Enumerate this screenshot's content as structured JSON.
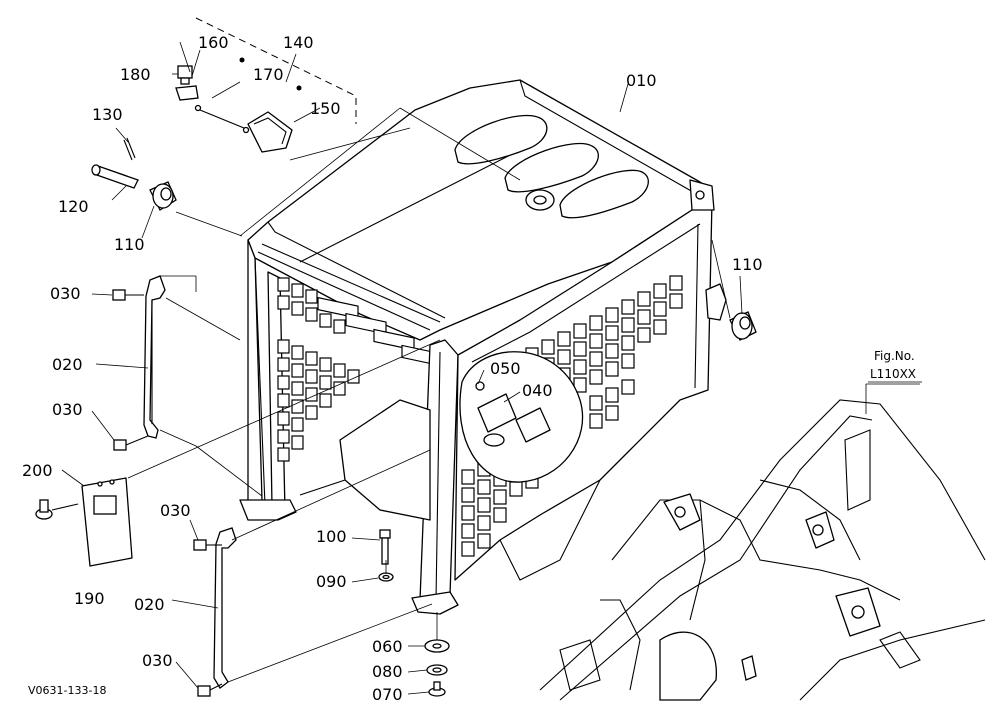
{
  "diagram": {
    "callouts": {
      "c010": "010",
      "c020a": "020",
      "c020b": "020",
      "c030a": "030",
      "c030b": "030",
      "c030c": "030",
      "c030d": "030",
      "c040": "040",
      "c050": "050",
      "c060": "060",
      "c070": "070",
      "c080": "080",
      "c090": "090",
      "c100": "100",
      "c110a": "110",
      "c110b": "110",
      "c120": "120",
      "c130": "130",
      "c140": "140",
      "c150": "150",
      "c160": "160",
      "c170": "170",
      "c180": "180",
      "c190": "190",
      "c200": "200"
    },
    "figure_ref": {
      "line1": "Fig.No.",
      "line2": "L110XX"
    },
    "drawing_code": "V0631-133-18"
  }
}
